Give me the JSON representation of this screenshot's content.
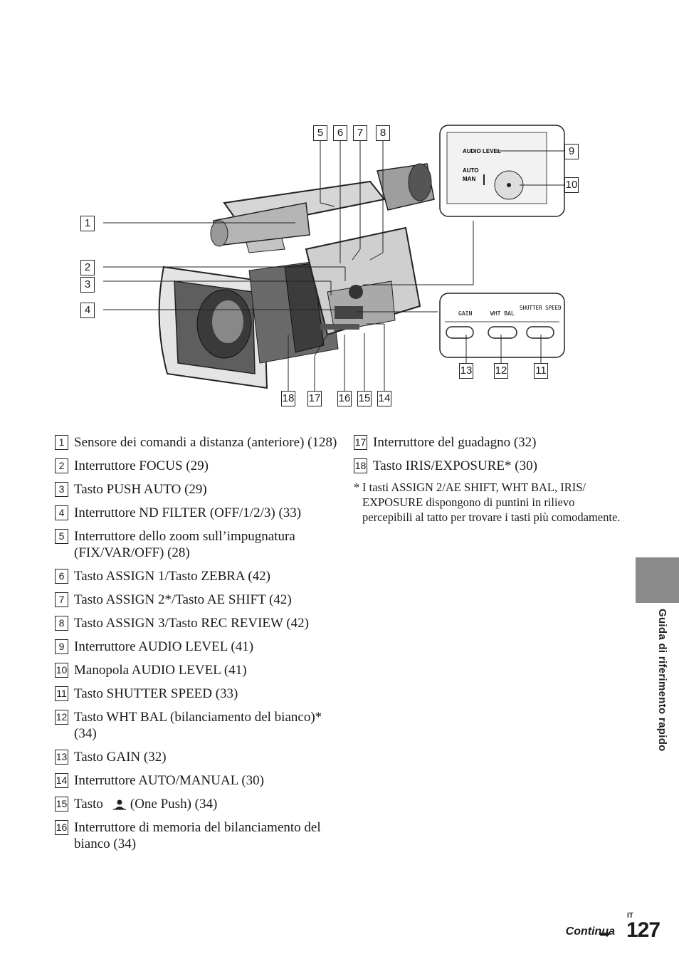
{
  "figure": {
    "callouts": [
      "1",
      "2",
      "3",
      "4",
      "5",
      "6",
      "7",
      "8",
      "9",
      "10",
      "11",
      "12",
      "13",
      "14",
      "15",
      "16",
      "17",
      "18"
    ],
    "inset_audio": {
      "title": "AUDIO LEVEL",
      "auto": "AUTO",
      "man": "MAN"
    },
    "inset_buttons": {
      "gain": "GAIN",
      "wht_bal": "WHT BAL",
      "shutter": "SHUTTER SPEED"
    }
  },
  "items_left": [
    {
      "num": "1",
      "text": "Sensore dei comandi a distanza (anteriore) (128)"
    },
    {
      "num": "2",
      "text": "Interruttore FOCUS (29)"
    },
    {
      "num": "3",
      "text": "Tasto PUSH AUTO (29)"
    },
    {
      "num": "4",
      "text": "Interruttore ND FILTER (OFF/1/2/3) (33)"
    },
    {
      "num": "5",
      "text": "Interruttore dello zoom sull’impugnatura (FIX/VAR/OFF) (28)"
    },
    {
      "num": "6",
      "text": "Tasto ASSIGN 1/Tasto ZEBRA (42)"
    },
    {
      "num": "7",
      "text": "Tasto ASSIGN 2*/Tasto AE SHIFT (42)"
    },
    {
      "num": "8",
      "text": "Tasto ASSIGN 3/Tasto REC REVIEW (42)"
    },
    {
      "num": "9",
      "text": "Interruttore AUDIO LEVEL (41)"
    },
    {
      "num": "10",
      "text": "Manopola AUDIO LEVEL (41)"
    },
    {
      "num": "11",
      "text": "Tasto SHUTTER SPEED (33)"
    },
    {
      "num": "12",
      "text": "Tasto WHT BAL (bilanciamento del bianco)* (34)"
    },
    {
      "num": "13",
      "text": "Tasto GAIN (32)"
    },
    {
      "num": "14",
      "text": "Interruttore AUTO/MANUAL (30)"
    },
    {
      "num": "15",
      "text": "Tasto        (One Push) (34)"
    },
    {
      "num": "16",
      "text": "Interruttore di memoria del bilanciamento del bianco (34)"
    }
  ],
  "items_right": [
    {
      "num": "17",
      "text": "Interruttore del guadagno (32)"
    },
    {
      "num": "18",
      "text": "Tasto IRIS/EXPOSURE* (30)"
    }
  ],
  "footnote": {
    "marker": "*",
    "text": "I tasti ASSIGN 2/AE SHIFT, WHT BAL, IRIS/ EXPOSURE dispongono di puntini in rilievo percepibili al tatto per trovare i tasti più comodamente."
  },
  "side_tab": "Guida di riferimento rapido",
  "footer": {
    "continua": "Continua",
    "arrow": "➡",
    "lang": "IT",
    "page": "127"
  }
}
